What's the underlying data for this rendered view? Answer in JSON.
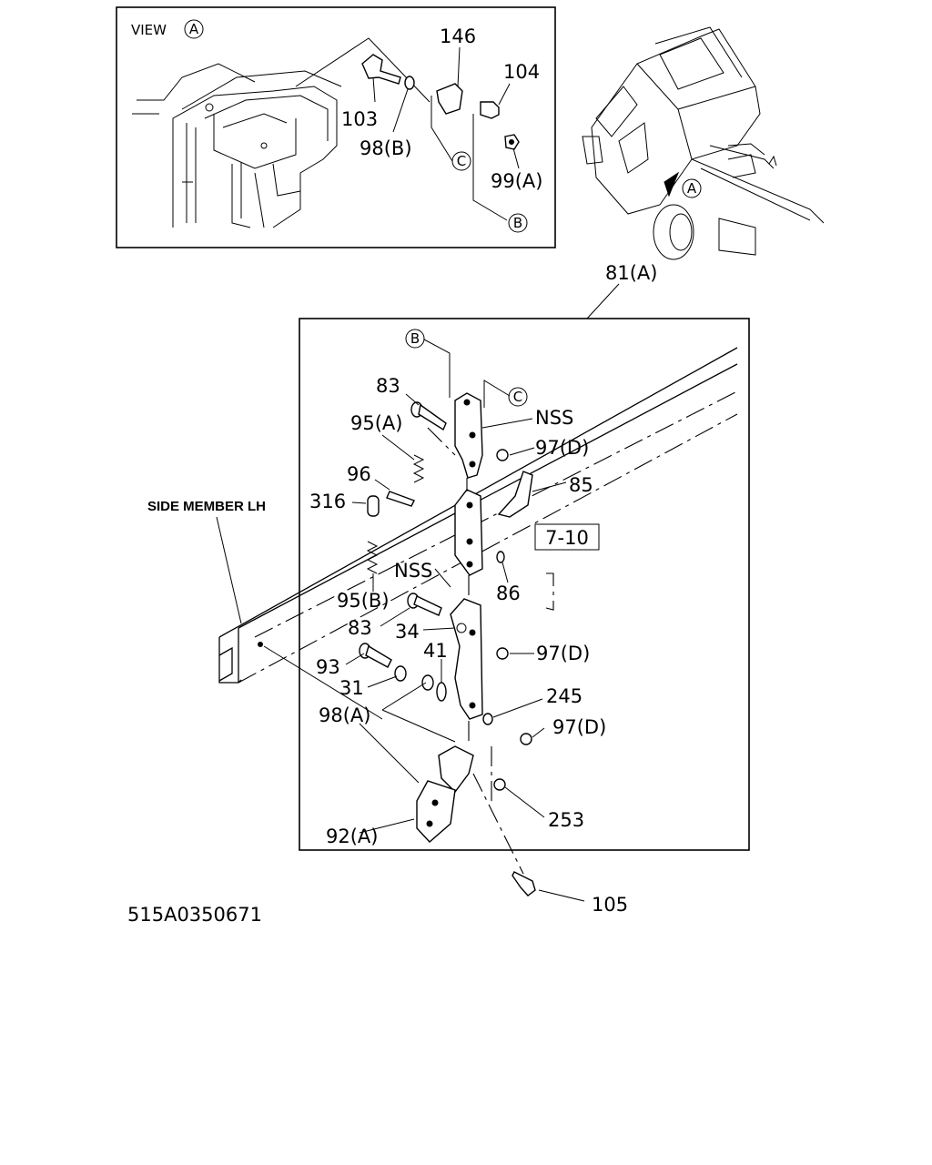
{
  "view": {
    "title": "VIEW",
    "marker": "A"
  },
  "frame_label": "81(A)",
  "side_member": "SIDE MEMBER LH",
  "drawing_number": "515A0350671",
  "ref_box": "7-10",
  "callouts": {
    "p146": "146",
    "p104": "104",
    "p103": "103",
    "p98b": "98(B)",
    "p99a": "99(A)",
    "p83a": "83",
    "nss1": "NSS",
    "p95a": "95(A)",
    "p97d1": "97(D)",
    "p96": "96",
    "p85": "85",
    "p316": "316",
    "p86": "86",
    "p95b": "95(B)",
    "nss2": "NSS",
    "p83b": "83",
    "p34": "34",
    "p97d2": "97(D)",
    "p41": "41",
    "p93": "93",
    "p31": "31",
    "p245": "245",
    "p98a": "98(A)",
    "p97d3": "97(D)",
    "p253": "253",
    "p92a": "92(A)",
    "p105": "105"
  },
  "circle_markers": {
    "a_view": "A",
    "a_truck": "A",
    "b_top": "B",
    "c_top": "C",
    "b_main": "B",
    "c_main": "C"
  }
}
